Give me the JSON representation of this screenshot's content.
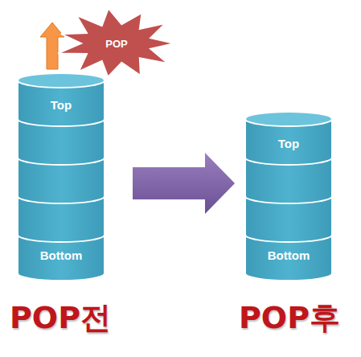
{
  "diagram": {
    "nodes": [
      {
        "text": [
          "POP"
        ]
      },
      {
        "text": [
          "Top"
        ]
      },
      {
        "text": [
          "Bottom"
        ]
      },
      {
        "text": [
          "Top"
        ]
      },
      {
        "text": [
          "Bottom"
        ]
      }
    ],
    "labels": [
      "POP전",
      "POP후"
    ]
  }
}
